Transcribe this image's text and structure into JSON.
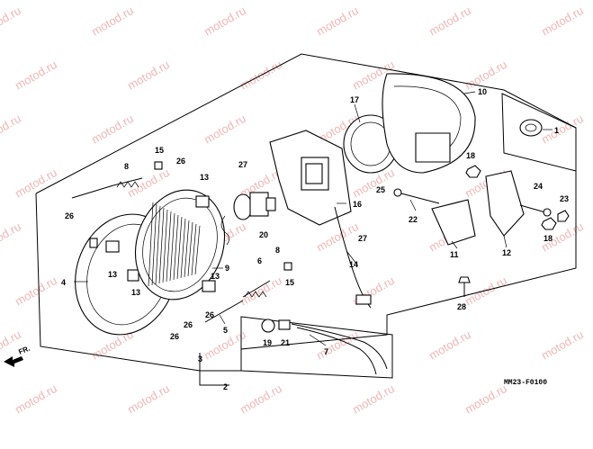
{
  "watermark": {
    "text": "motod.ru"
  },
  "diagram_code": "MM23-F0100",
  "direction_label": "FR.",
  "callouts": {
    "c1": "1",
    "c2": "2",
    "c3": "3",
    "c4": "4",
    "c5": "5",
    "c6": "6",
    "c7": "7",
    "c8a": "8",
    "c8b": "8",
    "c9": "9",
    "c10": "10",
    "c11": "11",
    "c12": "12",
    "c13a": "13",
    "c13b": "13",
    "c13c": "13",
    "c13d": "13",
    "c14": "14",
    "c15a": "15",
    "c15b": "15",
    "c16": "16",
    "c17": "17",
    "c18a": "18",
    "c18b": "18",
    "c19": "19",
    "c20": "20",
    "c21": "21",
    "c22": "22",
    "c23": "23",
    "c24": "24",
    "c25": "25",
    "c26a": "26",
    "c26b": "26",
    "c26c": "26",
    "c26d": "26",
    "c26e": "26",
    "c27a": "27",
    "c27b": "27",
    "c28": "28"
  }
}
